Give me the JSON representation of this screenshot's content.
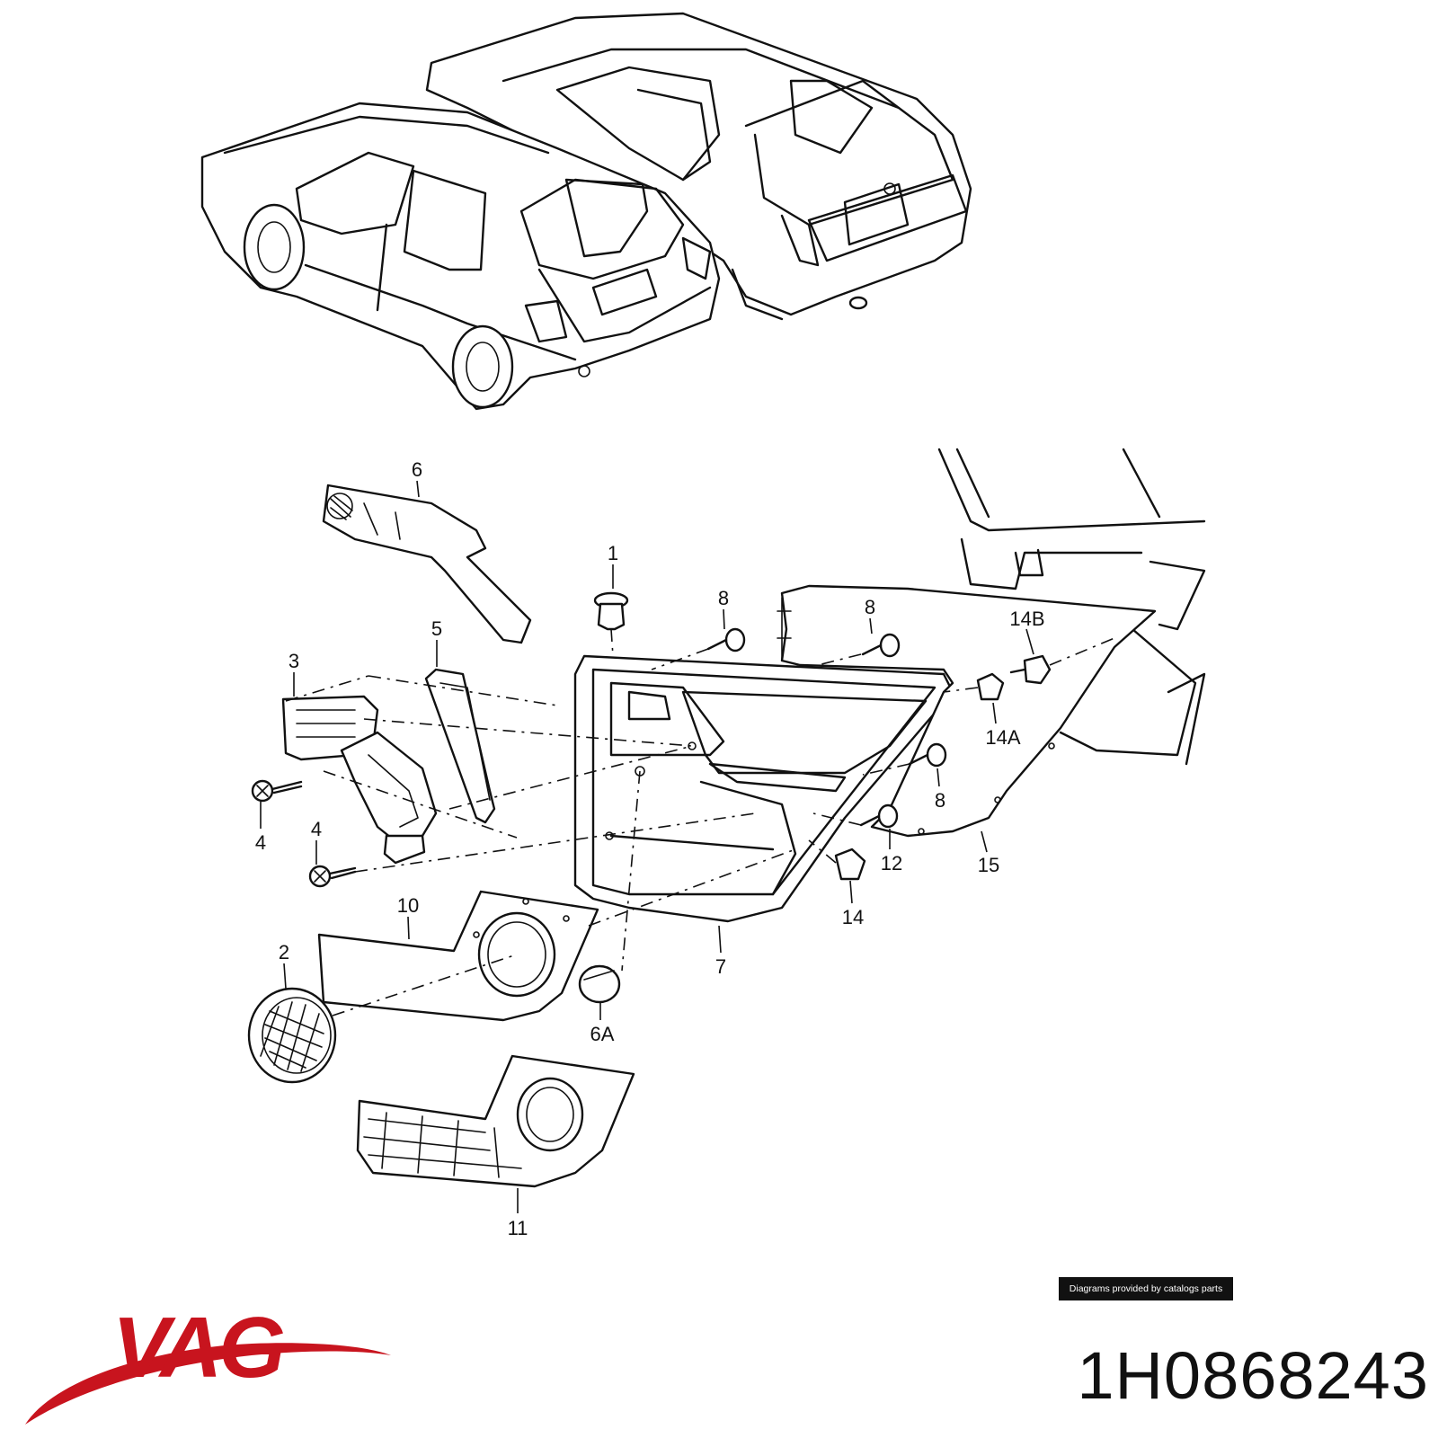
{
  "diagram": {
    "callouts": {
      "c1": "1",
      "c2": "2",
      "c3": "3",
      "c4a": "4",
      "c4b": "4",
      "c5": "5",
      "c6": "6",
      "c6a": "6A",
      "c7": "7",
      "c8a": "8",
      "c8b": "8",
      "c8c": "8",
      "c10": "10",
      "c11": "11",
      "c12": "12",
      "c14": "14",
      "c14a": "14A",
      "c14b": "14B",
      "c15": "15"
    }
  },
  "footer": {
    "credit": "Diagrams provided by catalogs parts",
    "brand": "VAG",
    "part_number": "1H0868243"
  },
  "colors": {
    "brand_red": "#c8141e",
    "ink": "#111111"
  },
  "icons": {
    "brand_logo": "vag-swoosh-logo"
  }
}
